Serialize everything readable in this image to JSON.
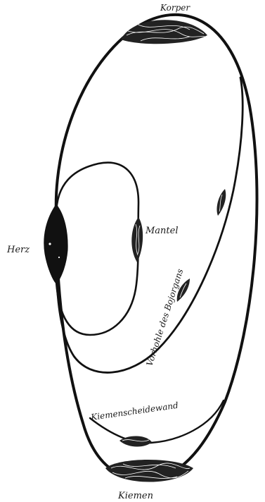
{
  "labels": {
    "body": "Korper",
    "heart": "Herz",
    "mantle": "Mantel",
    "gill_vestibule": "Vorhohle des Bojorgans",
    "gill_septum": "Kiemenscheidewand",
    "gills": "Kiemen"
  },
  "colors": {
    "line": "#111111",
    "background": "#ffffff"
  }
}
